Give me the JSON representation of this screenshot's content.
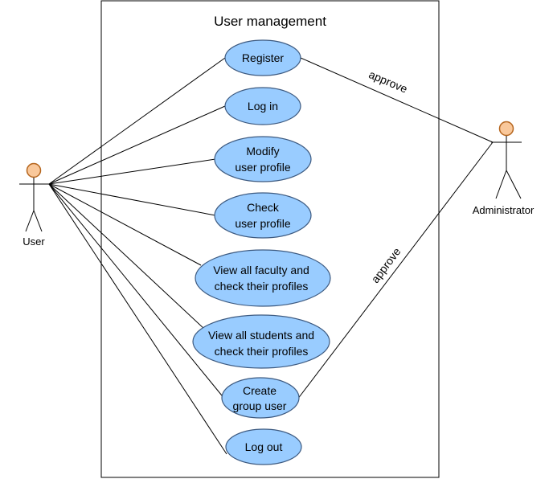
{
  "system": {
    "title": "User management"
  },
  "actors": {
    "user": {
      "name": "User"
    },
    "admin": {
      "name": "Administrator"
    }
  },
  "use_cases": [
    {
      "id": "register",
      "lines": [
        "Register"
      ]
    },
    {
      "id": "log-in",
      "lines": [
        "Log in"
      ]
    },
    {
      "id": "modify-profile",
      "lines": [
        "Modify",
        "user profile"
      ]
    },
    {
      "id": "check-profile",
      "lines": [
        "Check",
        "user profile"
      ]
    },
    {
      "id": "view-faculty",
      "lines": [
        "View all faculty and",
        "check their profiles"
      ]
    },
    {
      "id": "view-students",
      "lines": [
        "View all students and",
        "check their profiles"
      ]
    },
    {
      "id": "create-group",
      "lines": [
        "Create",
        "group user"
      ]
    },
    {
      "id": "log-out",
      "lines": [
        "Log out"
      ]
    }
  ],
  "associations": {
    "approve_register": "approve",
    "approve_group": "approve"
  },
  "colors": {
    "usecase_fill": "#99ccff",
    "usecase_stroke": "#3d5a80",
    "actor_head": "#f9c89b",
    "actor_head_stroke": "#b5651d",
    "line": "#000000"
  }
}
